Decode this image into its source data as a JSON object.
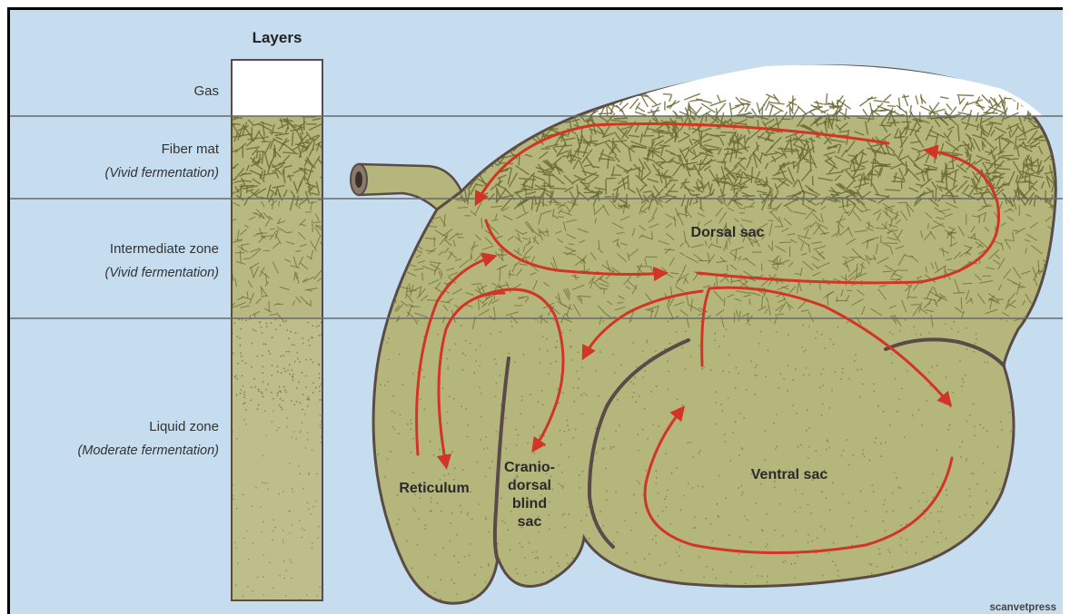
{
  "layers": {
    "title": "Layers",
    "gas": "Gas",
    "fiber_mat": "Fiber mat",
    "fiber_mat_note": "(Vivid fermentation)",
    "intermediate": "Intermediate zone",
    "intermediate_note": "(Vivid fermentation)",
    "liquid": "Liquid zone",
    "liquid_note": "(Moderate fermentation)"
  },
  "organs": {
    "dorsal_sac": "Dorsal sac",
    "ventral_sac": "Ventral sac",
    "reticulum": "Reticulum",
    "blind_sac": [
      "Cranio-",
      "dorsal",
      "blind",
      "sac"
    ]
  },
  "credit": "scanvetpress",
  "colors": {
    "background": "#c6dcef",
    "content_fill": "#b5b67c",
    "fiber": "#6b6a33",
    "outline": "#5a4a48",
    "flow_arrow": "#d13526",
    "gas": "#ffffff"
  }
}
